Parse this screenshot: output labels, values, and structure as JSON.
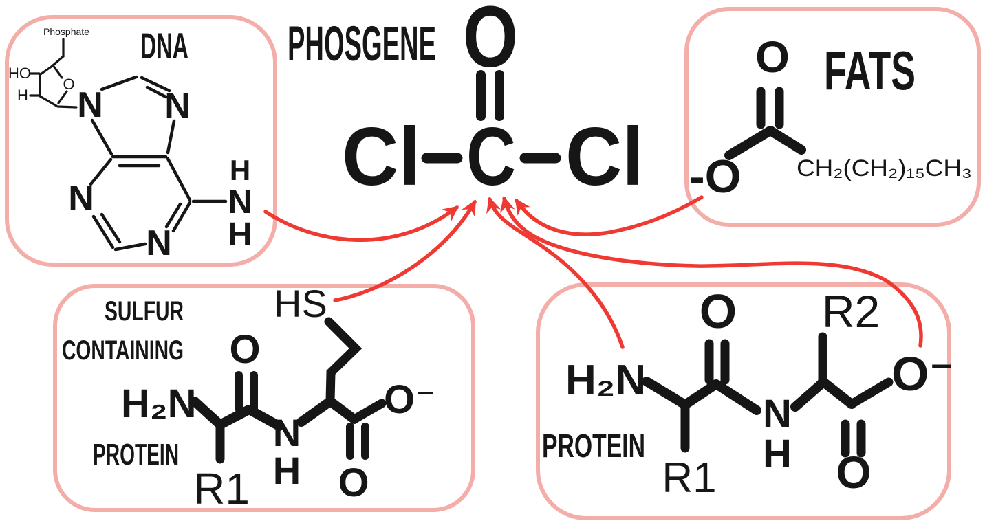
{
  "colors": {
    "ink": "#161616",
    "arrow_red": "#ee3a33",
    "box_pink": "#f4aeaa",
    "background": "#ffffff"
  },
  "phosgene": {
    "title": "PHOSGENE",
    "oxygen": "O",
    "chlorine_left": "Cl",
    "carbon": "C",
    "chlorine_right": "Cl"
  },
  "dna": {
    "title": "DNA",
    "phosphate_label": "Phosphate",
    "hydroxyl": "HO",
    "sugar_hydrogen": "H",
    "sugar_ring_oxygen": "O",
    "n9": "N",
    "n7": "N",
    "n3": "N",
    "n1": "N",
    "amine_h_top": "H",
    "amine_n": "N",
    "amine_h_bottom": "H"
  },
  "fats": {
    "title": "FATS",
    "carbonyl_oxygen": "O",
    "ester_oxygen": "-O",
    "alkyl_chain": "CH₂(CH₂)₁₅CH₃"
  },
  "sulfur_protein": {
    "title_line1": "SULFUR",
    "title_line2": "CONTAINING",
    "title_line3": "PROTEIN",
    "thiol": "HS",
    "amine": "H₂N",
    "carbonyl_oxygen": "O",
    "side_chain_r1": "R1",
    "amide_n": "N",
    "amide_h": "H",
    "carboxylate_oxygen": "O⁻",
    "carboxyl_oxygen": "O"
  },
  "protein": {
    "title": "PROTEIN",
    "amine": "H₂N",
    "carbonyl_oxygen": "O",
    "side_chain_r1": "R1",
    "amide_n": "N",
    "amide_h": "H",
    "side_chain_r2": "R2",
    "carboxylate_oxygen": "O⁻",
    "carboxyl_oxygen": "O"
  },
  "arrows": [
    {
      "name": "dna-amine-to-phosgene",
      "from": "DNA adenine N-H",
      "to": "phosgene carbon"
    },
    {
      "name": "thiol-to-phosgene",
      "from": "sulfur-containing protein HS",
      "to": "phosgene carbon"
    },
    {
      "name": "protein-amine-to-phosgene",
      "from": "protein H₂N",
      "to": "phosgene carbon"
    },
    {
      "name": "protein-carboxylate-to-phosgene",
      "from": "protein O⁻",
      "to": "phosgene carbon"
    },
    {
      "name": "fat-ester-oxygen-to-phosgene",
      "from": "fat -O",
      "to": "phosgene carbon"
    }
  ]
}
